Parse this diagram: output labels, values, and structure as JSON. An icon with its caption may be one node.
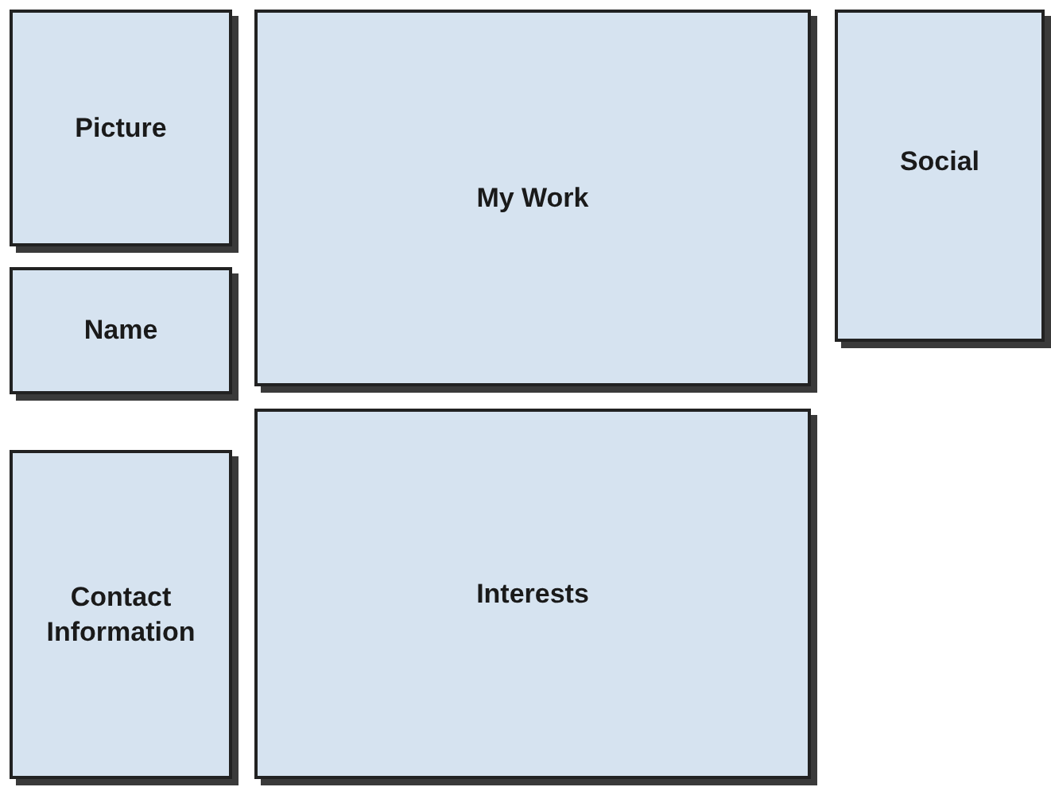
{
  "diagram": {
    "nodes": [
      {
        "text": [
          "Picture"
        ]
      },
      {
        "text": [
          "Name"
        ]
      },
      {
        "text": [
          "Contact Information"
        ]
      },
      {
        "text": [
          "My Work"
        ]
      },
      {
        "text": [
          "Social"
        ]
      },
      {
        "text": [
          "Interests"
        ]
      }
    ]
  }
}
